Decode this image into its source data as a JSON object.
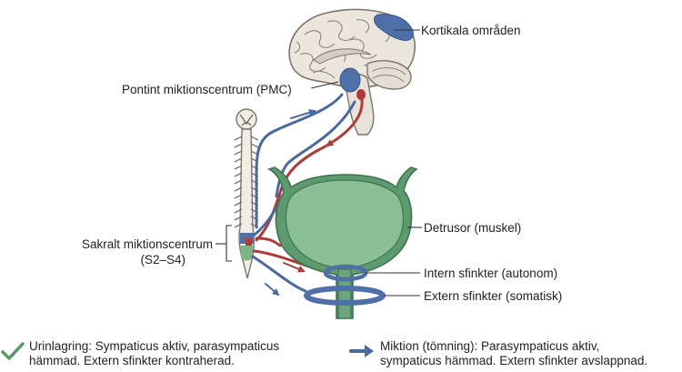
{
  "labels": {
    "cortex": "Kortikala områden",
    "pmc": "Pontint miktionscentrum (PMC)",
    "sacral_line1": "Sakralt miktionscentrum",
    "sacral_line2": "(S2–S4)",
    "detrusor": "Detrusor (muskel)",
    "internal_sphincter": "Intern sfinkter (autonom)",
    "external_sphincter": "Extern sfinkter (somatisk)"
  },
  "legend": {
    "storage_line1": "Urinlagring: Sympaticus aktiv, parasympaticus",
    "storage_line2": "hämmad. Extern sfinkter kontraherad.",
    "voiding_line1": "Miktion (tömning): Parasympaticus aktiv,",
    "voiding_line2": "sympaticus hämmad. Extern sfinkter avslappnad."
  },
  "colors": {
    "pathway_blue": "#4a6a9e",
    "pathway_red": "#b03a3a",
    "bladder_green": "#4f8f62",
    "bladder_fill": "#7fb38a",
    "brain_fill": "#e9e4dc",
    "cortex_blue": "#4f6fa8",
    "check_green": "#5a9a6a"
  },
  "icons": {
    "storage": "check-icon",
    "voiding": "arrow-right-icon"
  }
}
